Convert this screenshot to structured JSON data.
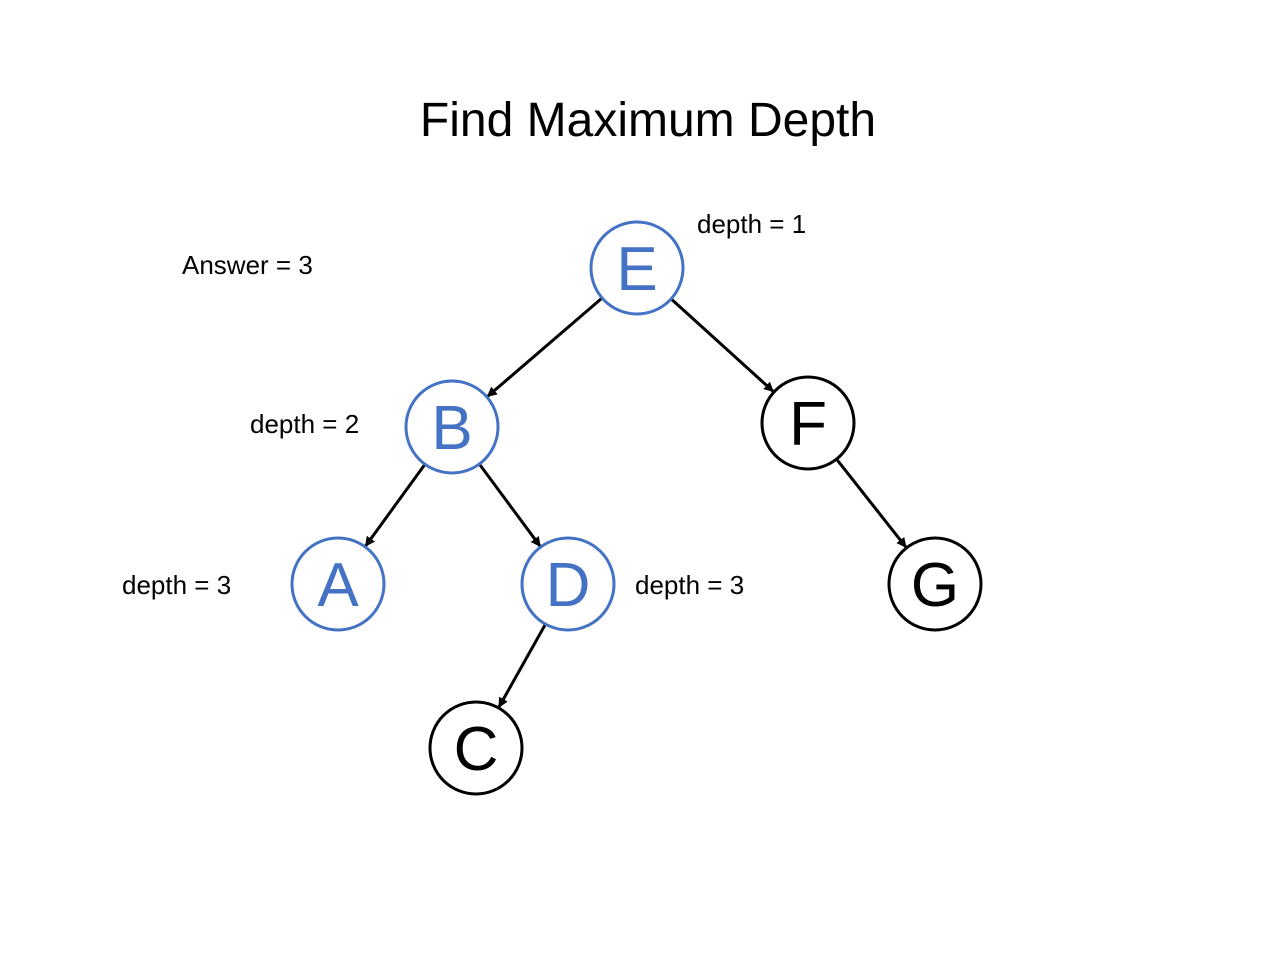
{
  "title": "Find Maximum Depth",
  "answer_label": "Answer = 3",
  "colors": {
    "highlight": "#4472C4",
    "normal": "#000000",
    "background": "#FFFFFF"
  },
  "tree": {
    "nodes": [
      {
        "id": "E",
        "label": "E",
        "highlighted": true
      },
      {
        "id": "B",
        "label": "B",
        "highlighted": true
      },
      {
        "id": "F",
        "label": "F",
        "highlighted": false
      },
      {
        "id": "A",
        "label": "A",
        "highlighted": true
      },
      {
        "id": "D",
        "label": "D",
        "highlighted": true
      },
      {
        "id": "G",
        "label": "G",
        "highlighted": false
      },
      {
        "id": "C",
        "label": "C",
        "highlighted": false
      }
    ],
    "edges": [
      {
        "from": "E",
        "to": "B"
      },
      {
        "from": "E",
        "to": "F"
      },
      {
        "from": "B",
        "to": "A"
      },
      {
        "from": "B",
        "to": "D"
      },
      {
        "from": "F",
        "to": "G"
      },
      {
        "from": "D",
        "to": "C"
      }
    ]
  },
  "depth_labels": [
    {
      "node": "E",
      "text": "depth = 1"
    },
    {
      "node": "B",
      "text": "depth = 2"
    },
    {
      "node": "A",
      "text": "depth = 3"
    },
    {
      "node": "D",
      "text": "depth = 3"
    }
  ]
}
